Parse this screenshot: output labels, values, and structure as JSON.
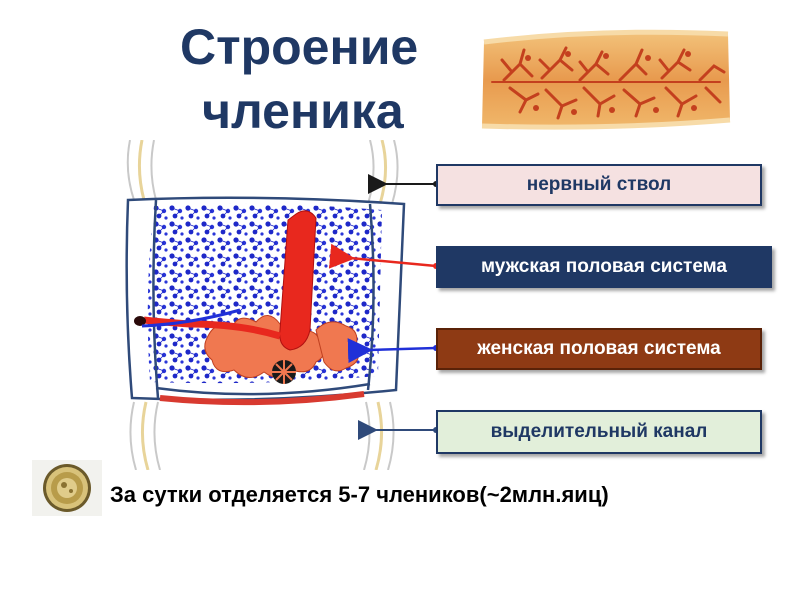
{
  "title": {
    "line1": "Строение",
    "line2": "членика"
  },
  "labels": {
    "nerve": "нервный ствол",
    "male": "мужская половая система",
    "female": "женская половая система",
    "excretory": "выделительный канал"
  },
  "caption": "За сутки отделяется 5-7 члеников(~2млн.яиц)",
  "colors": {
    "title": "#1f3864",
    "male_box": "#1f3864",
    "female_box": "#8e3a14",
    "nerve_box": "#f5e1e1",
    "excretory_box": "#e2efda",
    "testes_blue": "#1e28c8",
    "uterus_red": "#e8281e",
    "ovary_orange": "#f07850"
  },
  "icons": {
    "photo": "proglottid-photo",
    "egg": "egg-micrograph-icon"
  }
}
